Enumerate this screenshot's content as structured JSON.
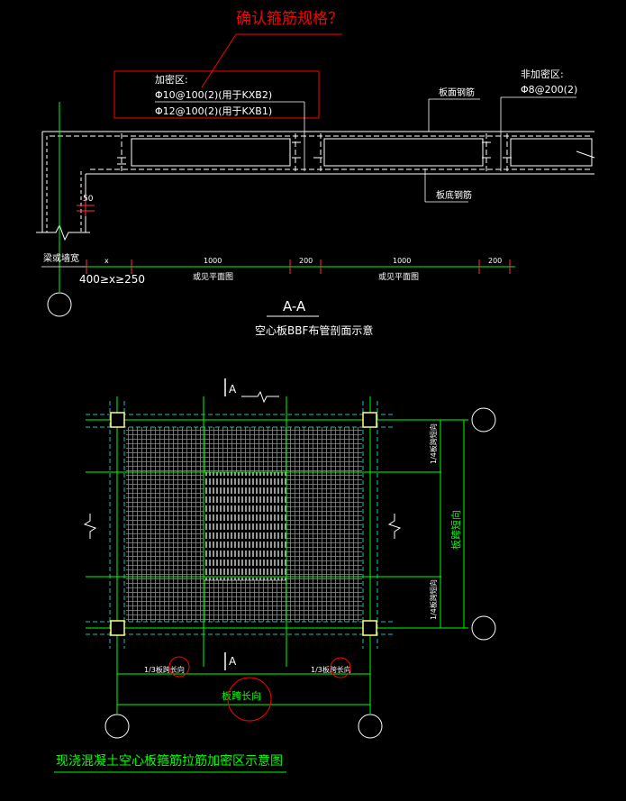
{
  "colors": {
    "background": "#000000",
    "line": "#ffffff",
    "dimension": "#00ff00",
    "annotation": "#ff0000",
    "hatch": "#9a9a9a",
    "column": "#ffff80",
    "label": "#ffffff",
    "cyan": "#00c8c8"
  },
  "annotation_question": "确认箍筋规格？",
  "section": {
    "dense_zone_label": "加密区:",
    "dense_rebar_1": "Φ10@100(2)(用于KXB2)",
    "dense_rebar_2": "Φ12@100(2)(用于KXB1)",
    "non_dense_zone_label": "非加密区:",
    "non_dense_rebar": "Φ8@200(2)",
    "top_rebar_label": "板面钢筋",
    "bottom_rebar_label": "板底钢筋",
    "dim_50": "50",
    "beam_width_label": "梁或墙宽",
    "dim_x": "x",
    "dim_1000_a": "1000",
    "dim_200_a": "200",
    "dim_1000_b": "1000",
    "dim_200_b": "200",
    "see_plan_a": "或见平面图",
    "see_plan_b": "或见平面图",
    "x_range": "400≥x≥250",
    "section_mark": "A-A",
    "section_title": "空心板BBF布管剖面示意"
  },
  "plan": {
    "cut_mark_top": "A",
    "cut_mark_bottom": "A",
    "quarter_span_top": "1/4板跨短向",
    "quarter_span_bottom": "1/4板跨短向",
    "short_span": "板跨短向",
    "third_span_left": "1/3板跨长向",
    "third_span_right": "1/3板跨长向",
    "long_span": "板跨长向",
    "drawing_title": "现浇混凝土空心板箍筋拉筋加密区示意图"
  }
}
